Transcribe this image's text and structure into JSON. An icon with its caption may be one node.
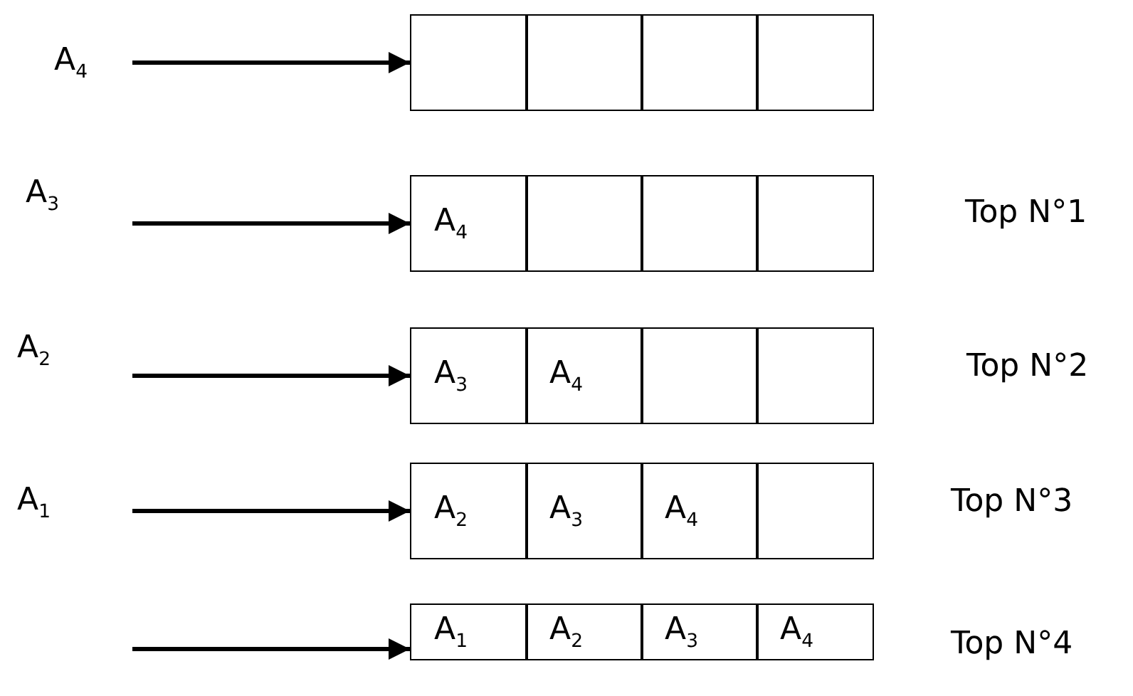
{
  "diagram": {
    "nodes": [
      {
        "text": [
          "A$_{4}$"
        ]
      },
      {
        "text": [],
        "shape": "box"
      },
      {
        "text": [],
        "shape": "box"
      },
      {
        "text": [],
        "shape": "box"
      },
      {
        "text": [],
        "shape": "box"
      },
      {
        "text": [
          "A$_{3}$"
        ]
      },
      {
        "text": [
          "A$_{4}$"
        ]
      },
      {
        "text": [],
        "shape": "box"
      },
      {
        "text": [],
        "shape": "box"
      },
      {
        "text": [],
        "shape": "box"
      },
      {
        "text": [
          "A$_{2}$"
        ]
      },
      {
        "text": [
          "A$_{3}$"
        ]
      },
      {
        "text": [
          "A$_{4}$"
        ]
      },
      {
        "text": [],
        "shape": "box"
      },
      {
        "text": [],
        "shape": "box"
      },
      {
        "text": [
          "A$_{1}$"
        ]
      },
      {
        "text": [
          "A$_{2}$"
        ]
      },
      {
        "text": [
          "A$_{3}$"
        ]
      },
      {
        "text": [
          "A$_{4}$"
        ]
      },
      {
        "text": [],
        "shape": "box"
      },
      {
        "text": [
          "A$_{1}$"
        ]
      },
      {
        "text": [
          "A$_{2}$"
        ]
      },
      {
        "text": [
          "A$_{3}$"
        ]
      },
      {
        "text": [
          "A$_{4}$"
        ]
      }
    ],
    "edges": [
      {
        "from": 0,
        "to": 1,
        "arrow": "to"
      },
      {
        "from": 5,
        "to": 6,
        "arrow": "to"
      },
      {
        "from": 10,
        "to": 11,
        "arrow": "to"
      },
      {
        "from": 15,
        "to": 16,
        "arrow": "to"
      },
      {
        "from": null,
        "to": 20,
        "arrow": "to"
      }
    ],
    "labels": [
      "Top N°1",
      "Top N°2",
      "Top N°3",
      "Top N°4"
    ]
  }
}
